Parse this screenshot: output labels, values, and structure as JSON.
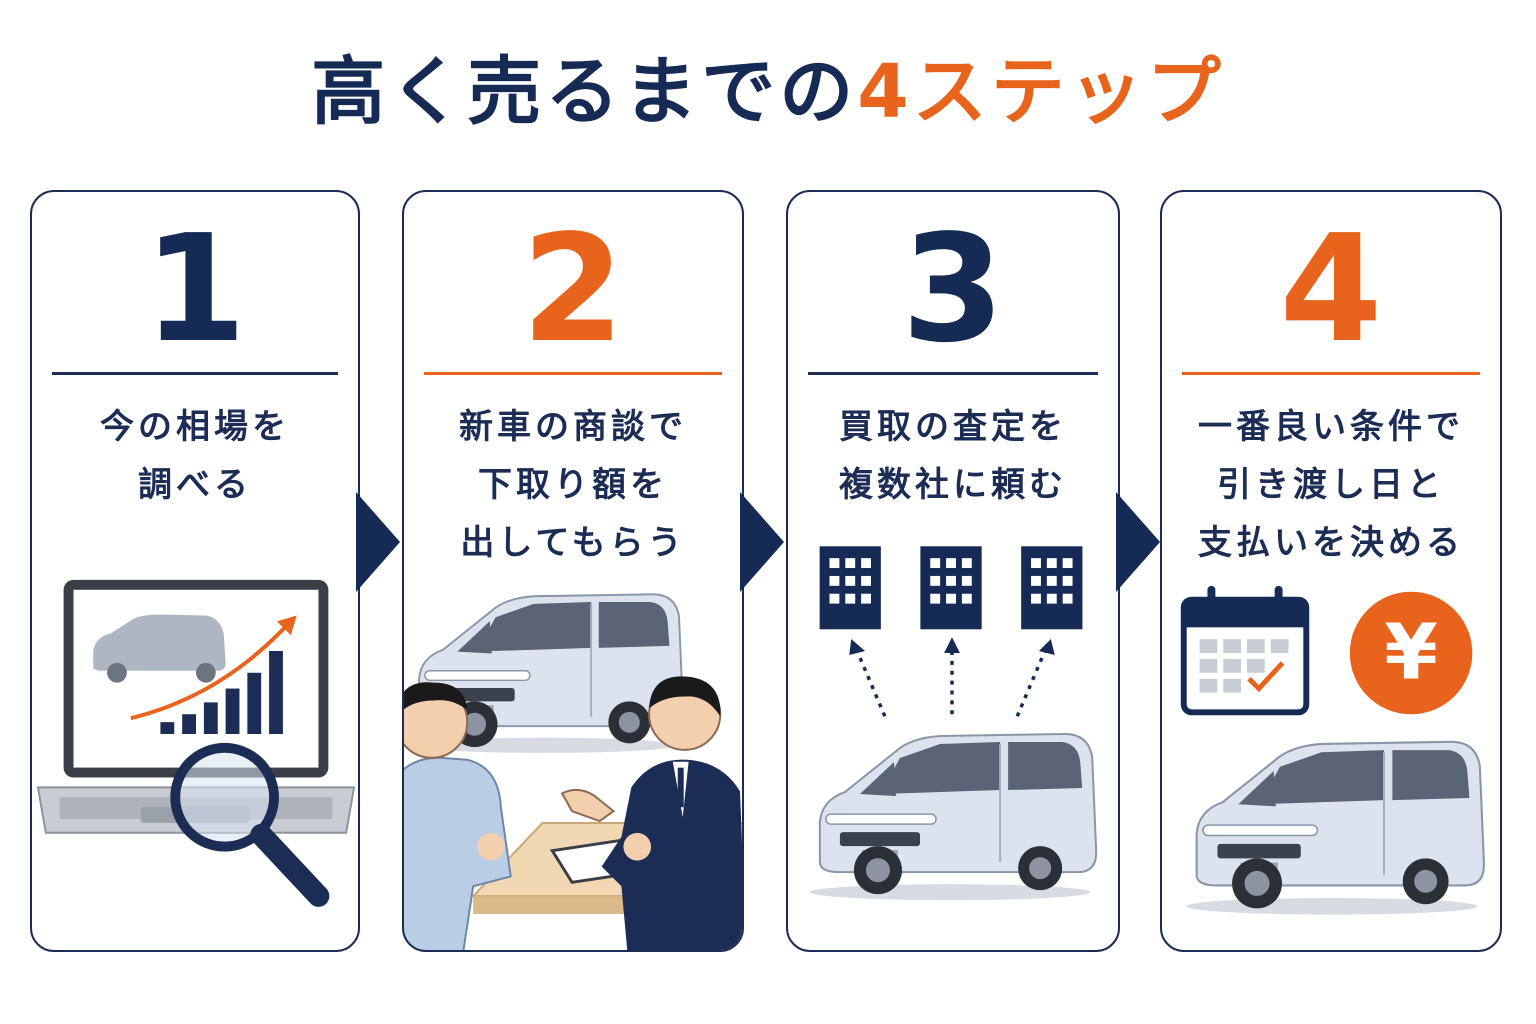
{
  "title": {
    "main": "高く売るまでの",
    "accent": "4ステップ"
  },
  "steps": [
    {
      "number": "1",
      "lines": [
        "今の相場を",
        "調べる"
      ]
    },
    {
      "number": "2",
      "lines": [
        "新車の商談で",
        "下取り額を",
        "出してもらう"
      ]
    },
    {
      "number": "3",
      "lines": [
        "買取の査定を",
        "複数社に頼む"
      ]
    },
    {
      "number": "4",
      "lines": [
        "一番良い条件で",
        "引き渡し日と",
        "支払いを決める"
      ]
    }
  ],
  "icons": {
    "step1": [
      "laptop-icon",
      "car-icon",
      "bar-chart-icon",
      "trend-arrow-icon",
      "magnifier-icon"
    ],
    "step2": [
      "minivan-icon",
      "customer-icon",
      "salesperson-icon",
      "table-icon",
      "tablet-icon"
    ],
    "step3": [
      "building-icon",
      "dotted-arrow-icon",
      "minivan-icon"
    ],
    "step4": [
      "calendar-icon",
      "yen-coin-icon",
      "minivan-icon"
    ]
  },
  "yen_symbol": "¥",
  "colors": {
    "navy": "#152a55",
    "orange": "#e8641c",
    "car": "#dde3ee"
  }
}
